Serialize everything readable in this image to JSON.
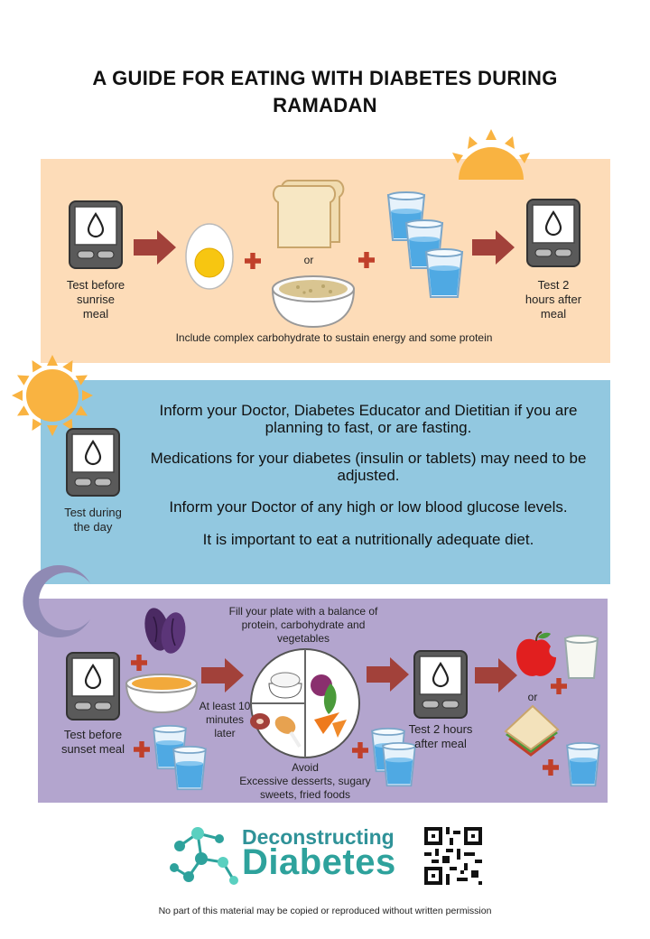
{
  "title": "A GUIDE FOR EATING WITH DIABETES DURING RAMADAN",
  "morning": {
    "test_before": "Test before sunrise meal",
    "or": "or",
    "note": "Include complex carbohydrate to sustain energy and some protein",
    "test_after": "Test 2 hours after meal"
  },
  "day": {
    "test": "Test during the day",
    "messages": [
      "Inform your Doctor, Diabetes Educator and Dietitian if you are planning to fast, or are fasting.",
      "Medications for your diabetes (insulin or tablets) may need to be adjusted.",
      "Inform your Doctor of any high or low blood glucose levels.",
      "It is important to eat a nutritionally adequate diet."
    ]
  },
  "night": {
    "plate_note": "Fill your plate with a balance of protein, carbohydrate and vegetables",
    "test_before": "Test before sunset meal",
    "wait": "At least 10 minutes later",
    "avoid_title": "Avoid",
    "avoid_text": "Excessive desserts, sugary sweets, fried foods",
    "test_after": "Test 2 hours after meal",
    "or": "or"
  },
  "brand": {
    "line1": "Deconstructing",
    "line2": "Diabetes"
  },
  "footer": "No part of this material may be copied or reproduced without written permission",
  "colors": {
    "morning_bg": "#fddcb8",
    "day_bg": "#92c8e0",
    "night_bg": "#b3a5ce",
    "arrow": "#a2413a",
    "plus": "#c0402a",
    "brand": "#2ea29c"
  }
}
